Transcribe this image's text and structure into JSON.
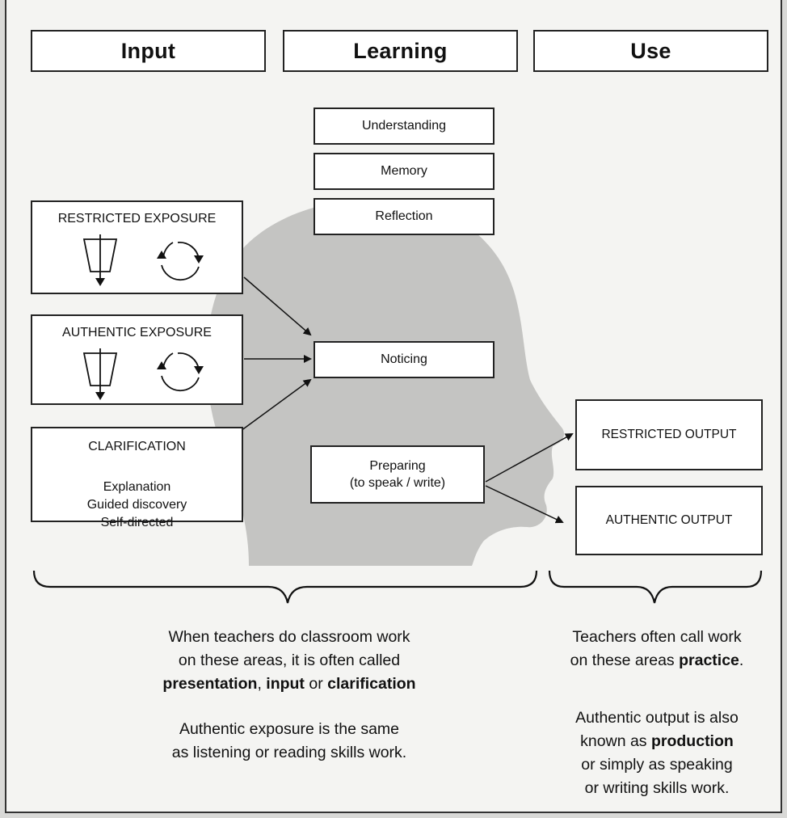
{
  "headers": {
    "input": "Input",
    "learning": "Learning",
    "use": "Use"
  },
  "learning_boxes": {
    "understanding": "Understanding",
    "memory": "Memory",
    "reflection": "Reflection",
    "noticing": "Noticing",
    "preparing_line1": "Preparing",
    "preparing_line2": "(to speak / write)"
  },
  "input_boxes": {
    "restricted_exposure": "RESTRICTED EXPOSURE",
    "authentic_exposure": "AUTHENTIC EXPOSURE",
    "clarification": "CLARIFICATION",
    "clarification_items": [
      "Explanation",
      "Guided discovery",
      "Self-directed"
    ]
  },
  "use_boxes": {
    "restricted_output": "RESTRICTED OUTPUT",
    "authentic_output": "AUTHENTIC OUTPUT"
  },
  "captions": {
    "left_p1_line1": "When teachers do classroom work",
    "left_p1_line2": "on these areas, it is often called",
    "left_p1_bold1": "presentation",
    "left_p1_sep1": ", ",
    "left_p1_bold2": "input",
    "left_p1_sep2": " or ",
    "left_p1_bold3": "clarification",
    "left_p2_line1": "Authentic exposure is the same",
    "left_p2_line2": "as listening or reading skills work.",
    "right_p1_line1": "Teachers often call work",
    "right_p1_line2_pre": "on these areas ",
    "right_p1_line2_bold": "practice",
    "right_p1_line2_post": ".",
    "right_p2_line1": "Authentic output is also",
    "right_p2_line2_pre": "known as ",
    "right_p2_line2_bold": "production",
    "right_p2_line3": "or simply as speaking",
    "right_p2_line4": "or writing skills work."
  },
  "colors": {
    "head_silhouette": "#c4c4c2",
    "box_border": "#222222",
    "background": "#f4f4f2"
  },
  "icons": [
    "funnel-arrow-icon",
    "cycle-arrows-icon"
  ]
}
